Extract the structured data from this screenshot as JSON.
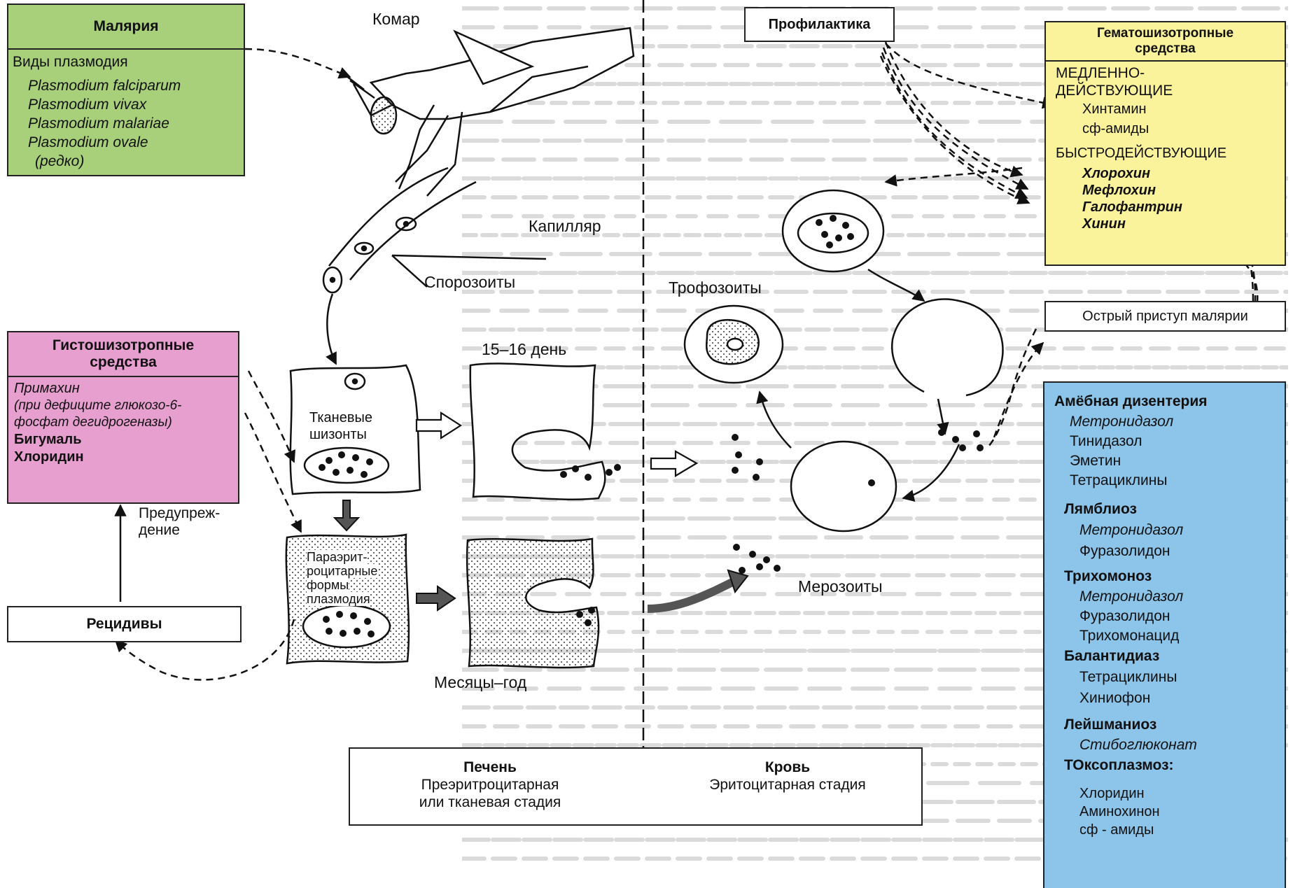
{
  "colors": {
    "green": "#a8cf7a",
    "pink": "#e79fd0",
    "yellow": "#fbf39b",
    "blue": "#8cc4ea"
  },
  "malaria": {
    "title": "Малярия",
    "subtitle": "Виды плазмодия",
    "species": [
      "Plasmodium falciparum",
      "Plasmodium vivax",
      "Plasmodium malariae",
      "Plasmodium ovale",
      "(редко)"
    ]
  },
  "histo": {
    "title_1": "Гистошизотропные",
    "title_2": "средства",
    "lines": [
      "Примахин",
      "(при дефиците глюкозо-6-",
      "фосфат дегидрогеназы)",
      "Бигумаль",
      "Хлоридин"
    ]
  },
  "prevention_label_1": "Предупреж-",
  "prevention_label_2": "дение",
  "relapses": "Рецидивы",
  "labels": {
    "mosquito": "Комар",
    "capillary": "Капилляр",
    "sporozoites": "Спорозоиты",
    "day": "15–16 день",
    "tissue_1": "Тканевые",
    "tissue_2": "шизонты",
    "para_1": "Параэрит-",
    "para_2": "роцитарные",
    "para_3": "формы",
    "para_4": "плазмодия",
    "months": "Месяцы–год",
    "trophozoites": "Трофозоиты",
    "merozoites": "Мерозоиты"
  },
  "liver": {
    "title": "Печень",
    "line2": "Преэритроцитарная",
    "line3": "или тканевая стадия"
  },
  "blood": {
    "title": "Кровь",
    "line2": "Эритоцитарная стадия"
  },
  "prophylaxis": "Профилактика",
  "acute": "Острый приступ малярии",
  "hemato": {
    "title_1": "Гематошизотропные",
    "title_2": "средства",
    "slow_1": "МЕДЛЕННО-",
    "slow_2": "ДЕЙСТВУЮЩИЕ",
    "slow_drugs": [
      "Хинтамин",
      "сф-амиды"
    ],
    "fast": "БЫСТРОДЕЙСТВУЮЩИЕ",
    "fast_drugs": [
      "Хлорохин",
      "Мефлохин",
      "Галофантрин",
      "Хинин"
    ]
  },
  "diseases": [
    {
      "name": "Амёбная дизентерия",
      "drugs": [
        "Метронидазол",
        "Тинидазол",
        "Эметин",
        "Тетрациклины"
      ]
    },
    {
      "name": "Лямблиоз",
      "drugs": [
        "Метронидазол",
        "Фуразолидон"
      ]
    },
    {
      "name": "Трихомоноз",
      "drugs": [
        "Метронидазол",
        "Фуразолидон",
        "Трихомонацид"
      ]
    },
    {
      "name": "Балантидиаз",
      "drugs": [
        "Тетрациклины",
        "Хиниофон"
      ]
    },
    {
      "name": "Лейшманиоз",
      "drugs": [
        "Стибоглюконат"
      ]
    },
    {
      "name": "ТОксоплазмоз:",
      "drugs": [
        "Хлоридин",
        "Аминохинон",
        "сф - амиды"
      ]
    }
  ]
}
